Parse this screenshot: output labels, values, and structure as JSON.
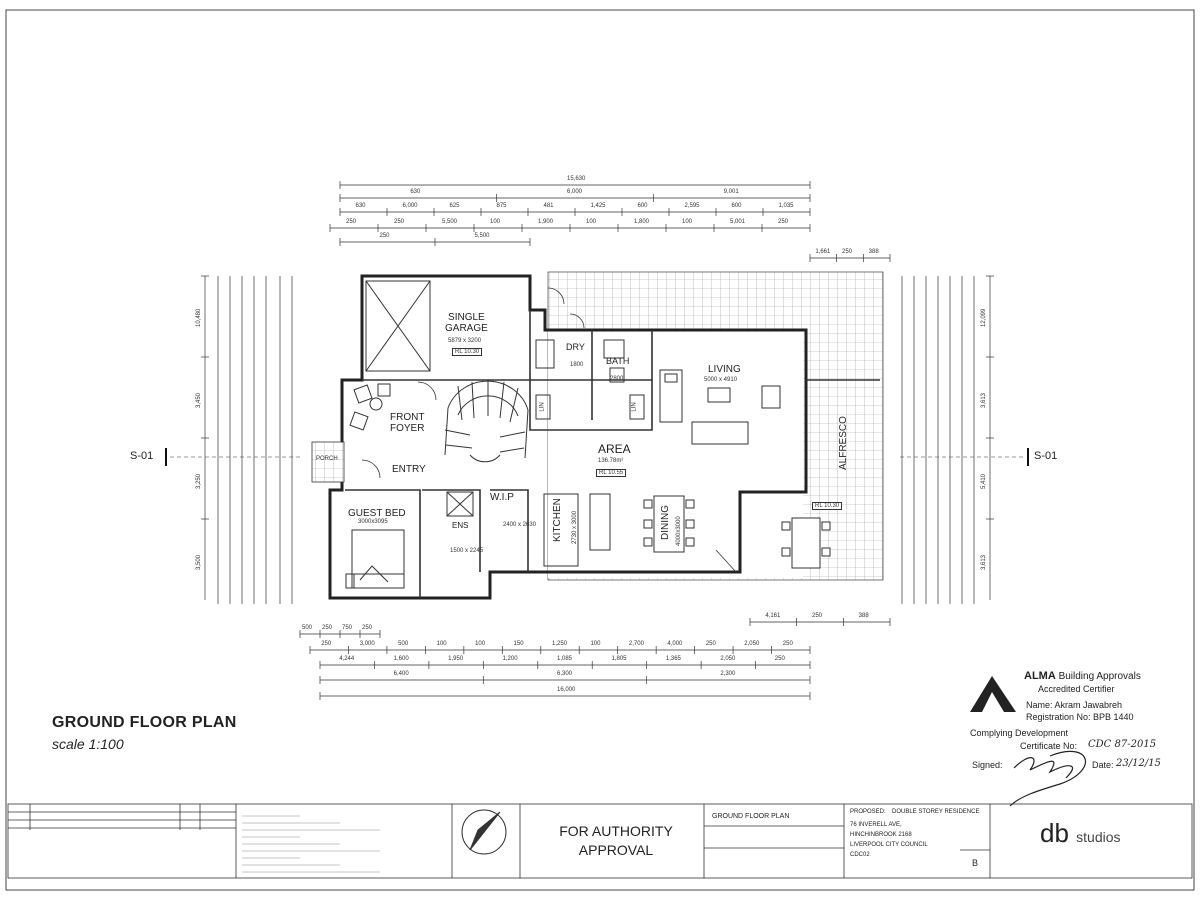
{
  "plan": {
    "title": "GROUND FLOOR PLAN",
    "scale": "scale 1:100",
    "section_left": "S-01",
    "section_right": "S-01"
  },
  "rooms": {
    "garage": {
      "name": "SINGLE\nGARAGE",
      "size": "5879 x 3200",
      "rl": "RL 10.30"
    },
    "foyer": {
      "name": "FRONT\nFOYER"
    },
    "entry": {
      "name": "ENTRY"
    },
    "porch": {
      "name": "PORCH"
    },
    "guest": {
      "name": "GUEST BED",
      "size": "3000x3095"
    },
    "ens": {
      "name": "ENS",
      "size": "1500 x 2245"
    },
    "wip": {
      "name": "W.I.P",
      "size": "2400 x 2630"
    },
    "kitchen": {
      "name": "KITCHEN",
      "size": "2730 x 3000"
    },
    "dry": {
      "name": "DRY",
      "size": "1800"
    },
    "bath": {
      "name": "BATH",
      "size": "2800"
    },
    "area": {
      "name": "AREA",
      "size": "136.78m²",
      "rl": "RL 10.55"
    },
    "living": {
      "name": "LIVING",
      "size": "5000 x 4910"
    },
    "dining": {
      "name": "DINING",
      "size": "4000x3000"
    },
    "alfresco": {
      "name": "ALFRESCO",
      "rl": "RL 10.30"
    },
    "lin1": "LIN",
    "lin2": "LIN"
  },
  "dims_top": {
    "row1": [
      "15,630"
    ],
    "row2": [
      "630",
      "6,000",
      "9,001"
    ],
    "row3": [
      "630",
      "6,000",
      "625",
      "875",
      "481",
      "1,425",
      "600",
      "2,595",
      "600",
      "1,035"
    ],
    "row4": [
      "250",
      "250",
      "5,500",
      "100",
      "1,900",
      "100",
      "1,800",
      "100",
      "5,001",
      "250"
    ],
    "row5": [
      "250",
      "5,500"
    ],
    "alfresco": [
      "1,661",
      "250",
      "388"
    ]
  },
  "dims_bottom": {
    "row1": [
      "500",
      "250",
      "750",
      "250"
    ],
    "row2": [
      "250",
      "3,000",
      "500",
      "100",
      "100",
      "150",
      "1,250",
      "100",
      "2,700",
      "4,000",
      "250",
      "2,050",
      "250"
    ],
    "row3": [
      "4,244",
      "1,600",
      "1,950",
      "1,200",
      "1,085",
      "1,805",
      "1,365",
      "2,050",
      "250"
    ],
    "row4": [
      "6,400",
      "6,300",
      "2,300"
    ],
    "row5": [
      "16,000"
    ],
    "right": [
      "4,161",
      "250",
      "388"
    ]
  },
  "dims_left": [
    "10,480",
    "3,450",
    "3,250",
    "3,500"
  ],
  "dims_right": [
    "12,099",
    "3,613",
    "5,410",
    "3,613"
  ],
  "certifier": {
    "company": "ALMA",
    "company_rest": "Building Approvals",
    "role": "Accredited Certifier",
    "name": "Name: Akram Jawabreh",
    "registration": "Registration No: BPB 1440",
    "complying": "Complying Development",
    "certificate_label": "Certificate No:",
    "certificate_no": "CDC 87-2015",
    "signed_label": "Signed:",
    "date_label": "Date:",
    "date": "23/12/15"
  },
  "titleblock": {
    "approval": "FOR AUTHORITY\nAPPROVAL",
    "sheet_title": "GROUND FLOOR PLAN",
    "proposed_label": "PROPOSED:",
    "proposed": "DOUBLE STOREY RESIDENCE",
    "address1": "76 INVERELL AVE,",
    "address2": "HINCHINBROOK 2168",
    "council": "LIVERPOOL CITY COUNCIL",
    "cdc": "CDC02",
    "brand": "db",
    "brand_rest": "studios",
    "rev": "B"
  },
  "colors": {
    "ink": "#222222",
    "paper": "#ffffff",
    "tile": "#9a9a9a"
  }
}
